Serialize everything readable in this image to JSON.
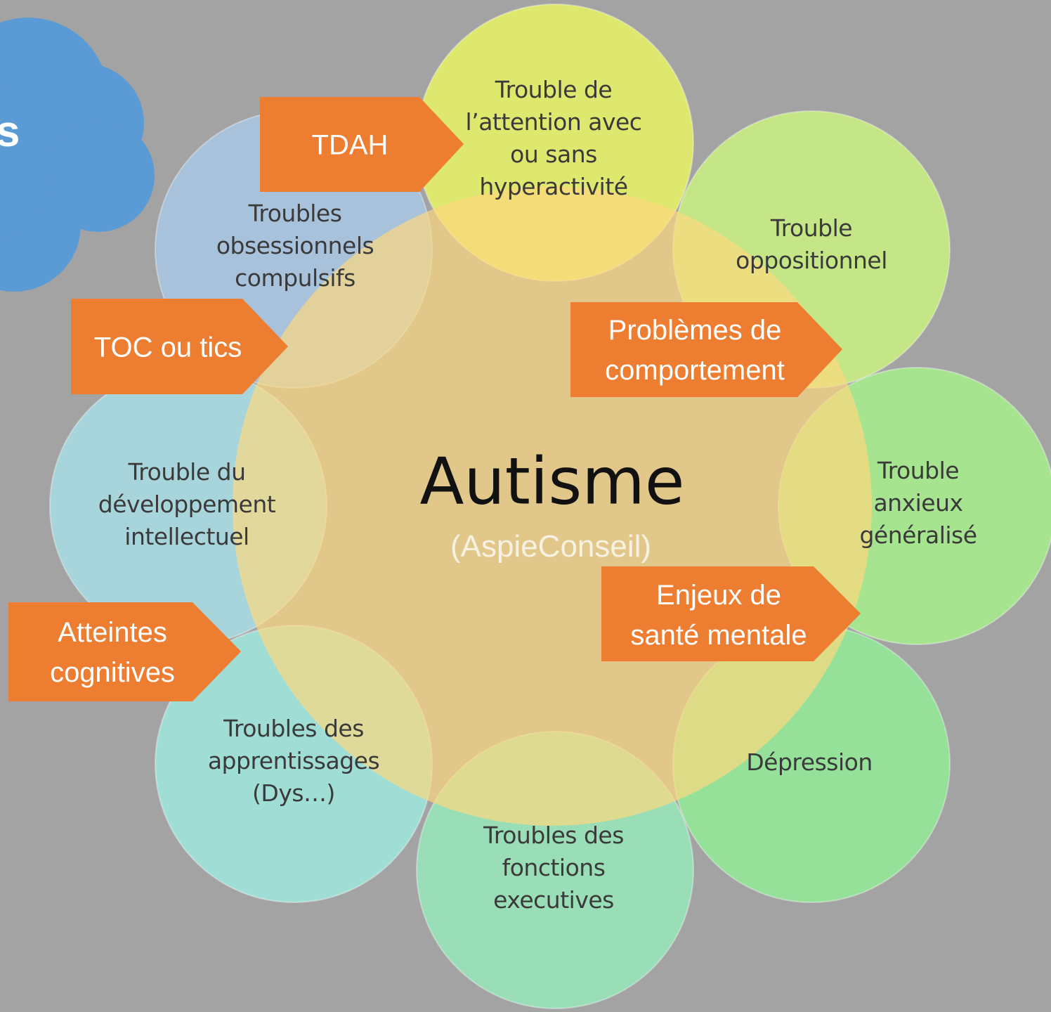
{
  "cloud": {
    "text": "s",
    "color": "#5b9bd5"
  },
  "center": {
    "title": "Autisme",
    "subtitle": "(AspieConseil)",
    "color": "#ffd97d"
  },
  "circles": [
    {
      "id": "tdah",
      "label": "Trouble de\nl’attention avec\nou sans\nhyperactivité",
      "color": "#ebf763"
    },
    {
      "id": "oppositionnel",
      "label": "Trouble\noppositionnel",
      "color": "#cdf580"
    },
    {
      "id": "anxieux",
      "label": "Trouble anxieux\ngénéralisé",
      "color": "#a8f38c"
    },
    {
      "id": "depression",
      "label": "Dépression",
      "color": "#93ef98"
    },
    {
      "id": "executives",
      "label": "Troubles des\nfonctions\nexecutives",
      "color": "#98ebbd"
    },
    {
      "id": "apprentissages",
      "label": "Troubles des\napprentissages\n(Dys…)",
      "color": "#a0ece0"
    },
    {
      "id": "intellectuel",
      "label": "Trouble du\ndéveloppement\nintellectuel",
      "color": "#a9e1e8"
    },
    {
      "id": "toc",
      "label": "Troubles\nobsessionnels\ncompulsifs",
      "color": "#a9c9e8"
    }
  ],
  "arrows": [
    {
      "id": "tdah",
      "label": "TDAH",
      "color": "#ed7d31"
    },
    {
      "id": "toc",
      "label": "TOC ou tics",
      "color": "#ed7d31"
    },
    {
      "id": "comportement",
      "label": "Problèmes de\ncomportement",
      "color": "#ed7d31"
    },
    {
      "id": "sante",
      "label": "Enjeux de\nsanté mentale",
      "color": "#ed7d31"
    },
    {
      "id": "cognitives",
      "label": "Atteintes\ncognitives",
      "color": "#ed7d31"
    }
  ]
}
